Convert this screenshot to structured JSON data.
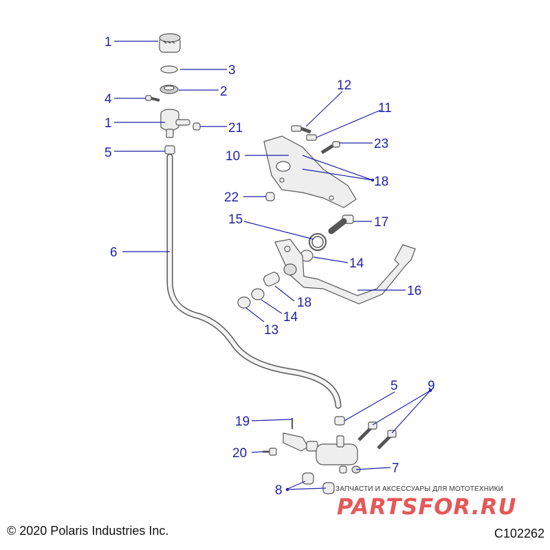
{
  "callouts": [
    {
      "label": "1"
    },
    {
      "label": "3"
    },
    {
      "label": "2"
    },
    {
      "label": "4"
    },
    {
      "label": "1"
    },
    {
      "label": "21"
    },
    {
      "label": "5"
    },
    {
      "label": "12"
    },
    {
      "label": "11"
    },
    {
      "label": "23"
    },
    {
      "label": "10"
    },
    {
      "label": "18"
    },
    {
      "label": "22"
    },
    {
      "label": "15"
    },
    {
      "label": "17"
    },
    {
      "label": "14"
    },
    {
      "label": "6"
    },
    {
      "label": "16"
    },
    {
      "label": "18"
    },
    {
      "label": "14"
    },
    {
      "label": "13"
    },
    {
      "label": "5"
    },
    {
      "label": "9"
    },
    {
      "label": "19"
    },
    {
      "label": "20"
    },
    {
      "label": "7"
    },
    {
      "label": "8"
    }
  ],
  "footer": {
    "copyright": "© 2020 Polaris Industries Inc.",
    "drawing_id": "C102262"
  },
  "watermark": {
    "tagline": "ЗАПЧАСТИ И АКСЕССУАРЫ ДЛЯ МОТОТЕХНИКИ",
    "logo": "PARTSFOR.RU"
  },
  "colors": {
    "callout": "#1f1fa8",
    "part_fill": "#eeeeee",
    "part_stroke": "#555555",
    "watermark": "#e23b3b"
  }
}
